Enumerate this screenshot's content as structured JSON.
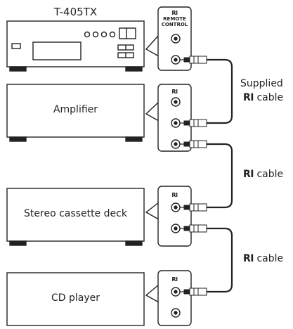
{
  "tuner": {
    "model": "T-405TX"
  },
  "devices": {
    "amplifier": "Amplifier",
    "cassette": "Stereo cassette deck",
    "cd": "CD player"
  },
  "panel": {
    "ri_logo": "RI",
    "remote_title_1": "REMOTE",
    "remote_title_2": "CONTROL"
  },
  "cables": {
    "supplied_line1": "Supplied",
    "ri_mark": "RI",
    "cable_word": "cable"
  }
}
